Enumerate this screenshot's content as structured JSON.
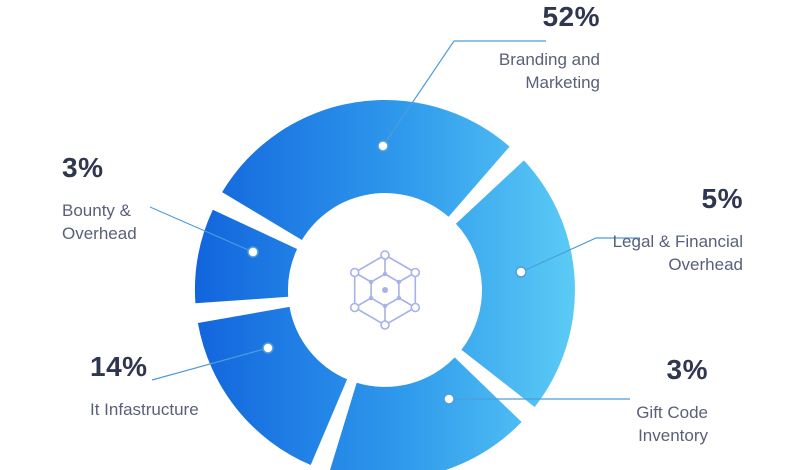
{
  "chart_data": {
    "type": "pie",
    "donut": true,
    "title": "",
    "legend_position": "callout-labels",
    "slices": [
      {
        "label": "Branding and Marketing",
        "value": 52,
        "percent_label": "52%"
      },
      {
        "label": "Legal & Financial Overhead",
        "value": 5,
        "percent_label": "5%"
      },
      {
        "label": "Gift Code Inventory",
        "value": 3,
        "percent_label": "3%"
      },
      {
        "label": "It Infastructure",
        "value": 14,
        "percent_label": "14%"
      },
      {
        "label": "Bounty & Overhead",
        "value": 3,
        "percent_label": "3%"
      }
    ],
    "gradient": [
      "#1265dd",
      "#5bcbf5"
    ],
    "center_icon": "blockchain-network-icon"
  },
  "callouts": {
    "branding": {
      "percent": "52%",
      "line1": "Branding and",
      "line2": "Marketing"
    },
    "bounty": {
      "percent": "3%",
      "line1": "Bounty &",
      "line2": "Overhead"
    },
    "legal": {
      "percent": "5%",
      "line1": "Legal & Financial",
      "line2": "Overhead"
    },
    "it": {
      "percent": "14%",
      "line1": "It Infastructure",
      "line2": ""
    },
    "gift": {
      "percent": "3%",
      "line1": "Gift Code",
      "line2": "Inventory"
    }
  },
  "colors": {
    "percent_text": "#2e3650",
    "name_text": "#59617a",
    "leader_line": "#4e9ddb",
    "gradient_start": "#1265dd",
    "gradient_end": "#5bcbf5",
    "icon": "#a6b2e8"
  }
}
